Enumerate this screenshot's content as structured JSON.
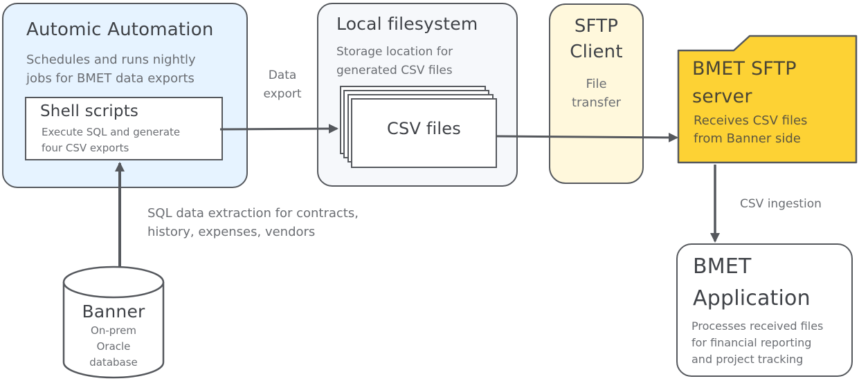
{
  "diagram": {
    "nodes": {
      "automic": {
        "title": "Automic Automation",
        "desc_lines": [
          "Schedules and runs nightly",
          "jobs for BMET data exports"
        ],
        "fill": "#e6f3ff"
      },
      "shell": {
        "title": "Shell scripts",
        "desc_lines": [
          "Execute SQL and generate",
          "four CSV exports"
        ],
        "fill": "#ffffff"
      },
      "local_fs": {
        "title": "Local filesystem",
        "desc_lines": [
          "Storage location for",
          "generated CSV files"
        ],
        "fill": "#f6f8fb"
      },
      "csv_files": {
        "title": "CSV files",
        "fill": "#ffffff"
      },
      "sftp_client": {
        "title_lines": [
          "SFTP",
          "Client"
        ],
        "desc_lines": [
          "File",
          "transfer"
        ],
        "fill": "#fff8dc"
      },
      "sftp_server": {
        "title_lines": [
          "BMET SFTP",
          "server"
        ],
        "desc_lines": [
          "Receives CSV files",
          "from Banner side"
        ],
        "fill": "#fdd234"
      },
      "banner": {
        "title": "Banner",
        "desc_lines": [
          "On-prem",
          "Oracle",
          "database"
        ],
        "fill": "#ffffff"
      },
      "bmet_app": {
        "title_lines": [
          "BMET",
          "Application"
        ],
        "desc_lines": [
          "Processes received files",
          "for financial reporting",
          "and project tracking"
        ],
        "fill": "#ffffff"
      }
    },
    "edges": [
      {
        "from": "banner",
        "to": "shell",
        "label_lines": [
          "SQL data extraction for contracts,",
          "history, expenses, vendors"
        ]
      },
      {
        "from": "shell",
        "to": "csv_files",
        "label_lines": [
          "Data",
          "export"
        ]
      },
      {
        "from": "csv_files",
        "to": "sftp_server",
        "label_lines": []
      },
      {
        "from": "sftp_server",
        "to": "bmet_app",
        "label_lines": [
          "CSV ingestion"
        ]
      }
    ],
    "stroke_color": "#55585d"
  }
}
